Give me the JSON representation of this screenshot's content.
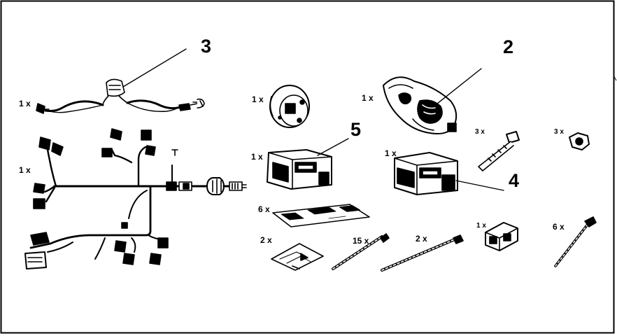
{
  "callouts": {
    "n2": "2",
    "n3": "3",
    "n4": "4",
    "n5": "5"
  },
  "quantities": {
    "harness_top": "1 x",
    "harness_main": "1 x",
    "socket": "1 x",
    "module_left": "1 x",
    "bracket": "1 x",
    "module_right": "1 x",
    "bolts": "3 x",
    "nuts": "3 x",
    "pad_large": "6 x",
    "pad_small": "2 x",
    "ties_short": "15 x",
    "ties_long": "2 x",
    "connector": "1 x",
    "ties_right": "6 x"
  },
  "colors": {
    "ink": "#000000",
    "background": "#ffffff"
  }
}
